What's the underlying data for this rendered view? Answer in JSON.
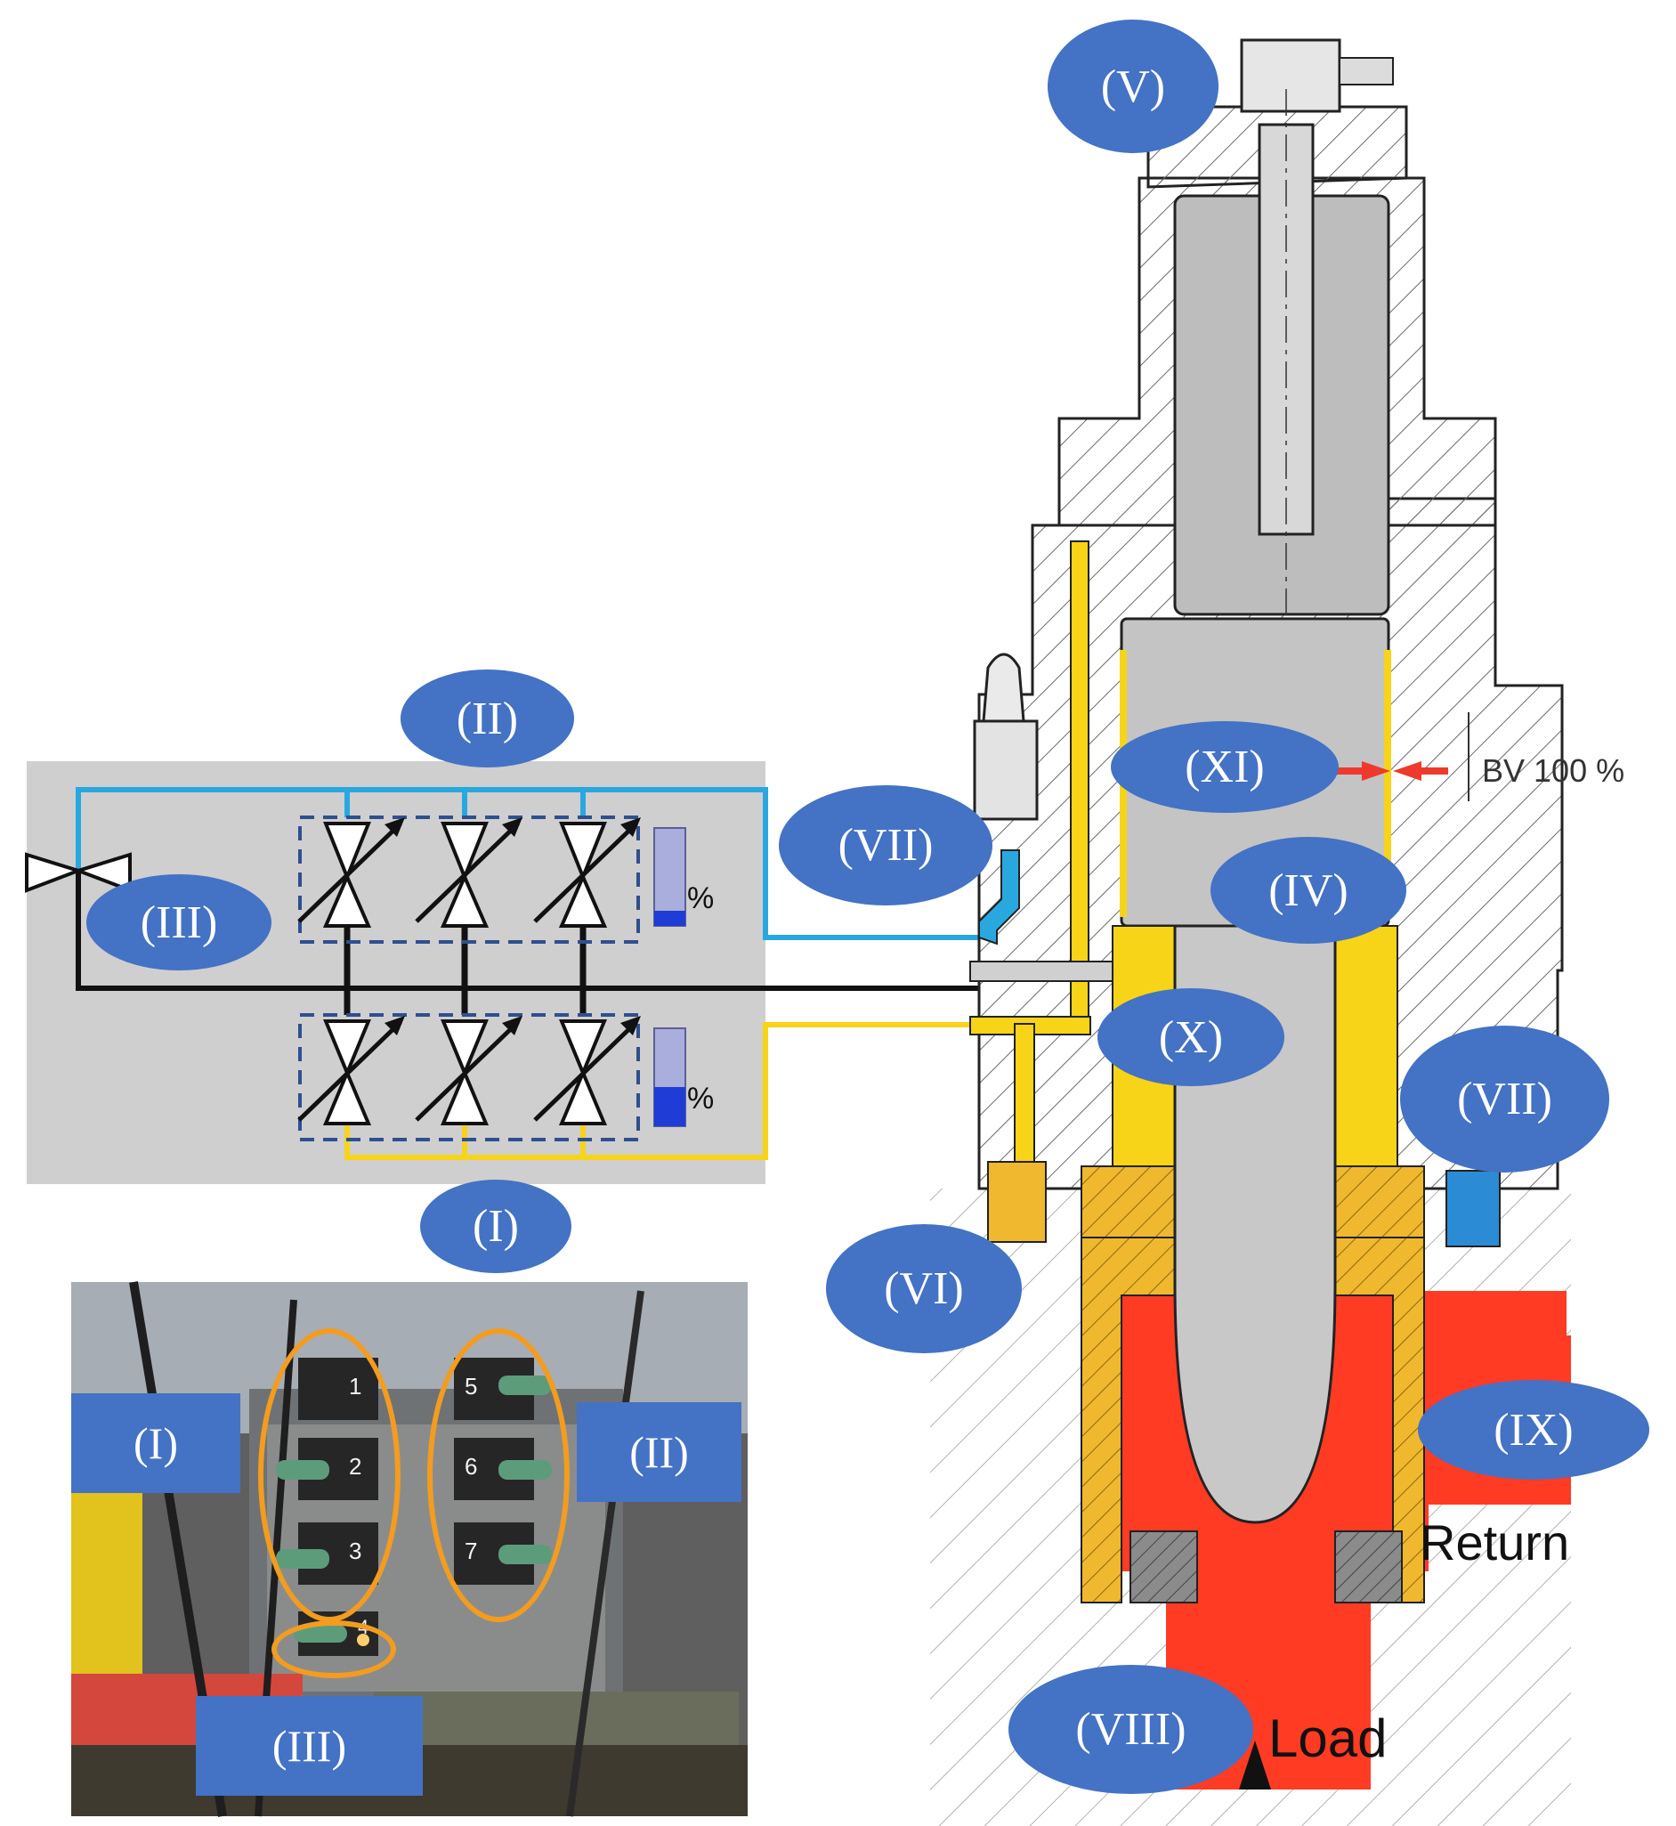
{
  "diagram": {
    "callouts": {
      "c_II_top": "(II)",
      "c_III_left": "(III)",
      "c_I_bottom": "(I)",
      "c_V": "(V)",
      "c_XI": "(XI)",
      "c_VII_left": "(VII)",
      "c_IV": "(IV)",
      "c_X": "(X)",
      "c_VII_right": "(VII)",
      "c_VI": "(VI)",
      "c_IX": "(IX)",
      "c_VIII": "(VIII)"
    },
    "photo_labels": {
      "I": "(I)",
      "II": "(II)",
      "III": "(III)"
    },
    "valve_numbers": [
      "1",
      "2",
      "3",
      "5",
      "6",
      "7",
      "4"
    ],
    "texts": {
      "percent_top": "%",
      "percent_bottom": "%",
      "bv_label": "BV 100 %",
      "return_label": "Return",
      "load_label": "Load"
    },
    "gauges": {
      "top_fill_fraction": 0.15,
      "bottom_fill_fraction": 0.4
    },
    "colors": {
      "callout_blue": "#4472c4",
      "pressure_blue": "#29a8e0",
      "feed_yellow": "#f7d417",
      "load_red": "#ff3b24",
      "seal_orange": "#f0b82e",
      "panel_grey": "#cfcfcf",
      "highlight_orange": "#f39c1f",
      "arrow_red": "#ee3a2c"
    }
  }
}
